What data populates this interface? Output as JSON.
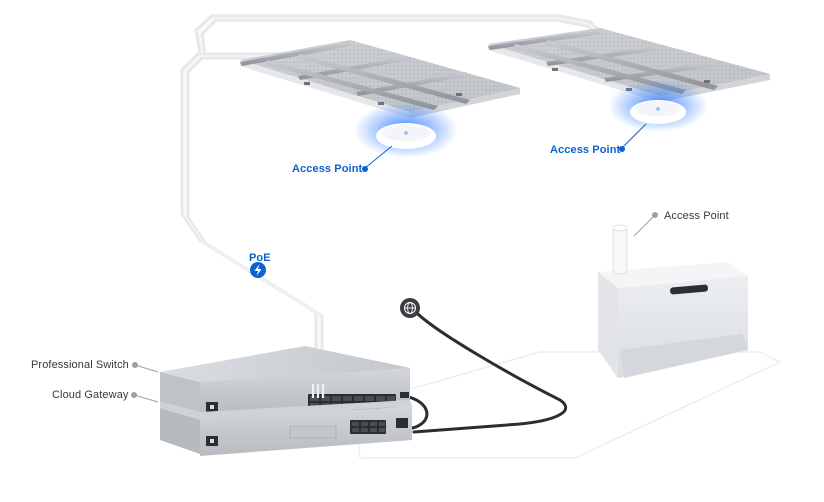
{
  "labels": {
    "access_point_1": "Access Point",
    "access_point_2": "Access Point",
    "access_point_3": "Access Point",
    "poe": "PoE",
    "professional_switch": "Professional Switch",
    "cloud_gateway": "Cloud Gateway"
  },
  "icons": {
    "poe": "lightning-bolt-icon",
    "internet": "globe-icon"
  },
  "colors": {
    "accent_blue": "#0b63d1",
    "callout_gray": "#9aa0a8",
    "ap_glow": "#2f7bff",
    "cable_dark": "#2a2d31",
    "cable_light": "#e4e6ea"
  }
}
